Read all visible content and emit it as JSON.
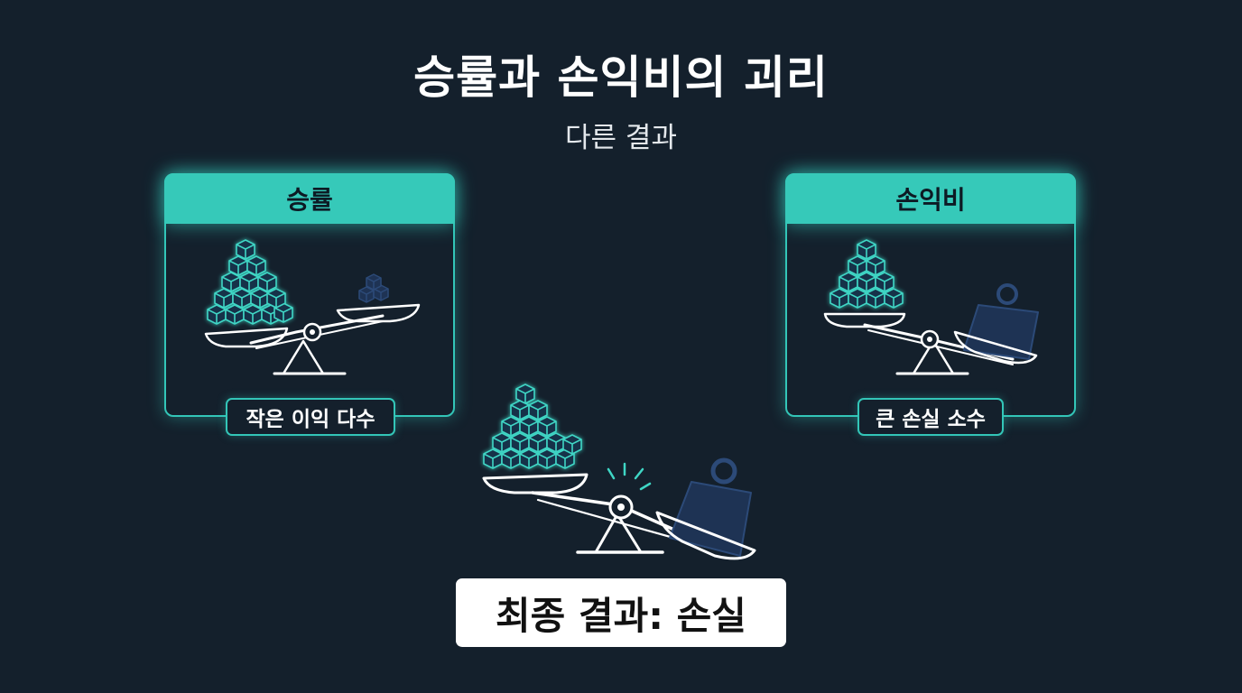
{
  "header": {
    "title": "승률과 손익비의 괴리",
    "subtitle": "다른 결과"
  },
  "panels": [
    {
      "title": "승률",
      "label": "작은 이익 다수"
    },
    {
      "title": "손익비",
      "label": "큰 손실 소수"
    }
  ],
  "result": {
    "text": "최종 결과: 손실"
  },
  "colors": {
    "background": "#14202c",
    "accent": "#36c9b9",
    "weight": "#1e3354",
    "line": "#ffffff"
  },
  "icons": [
    "balance-scale-icon",
    "cube-pile-icon",
    "heavy-weight-icon"
  ]
}
